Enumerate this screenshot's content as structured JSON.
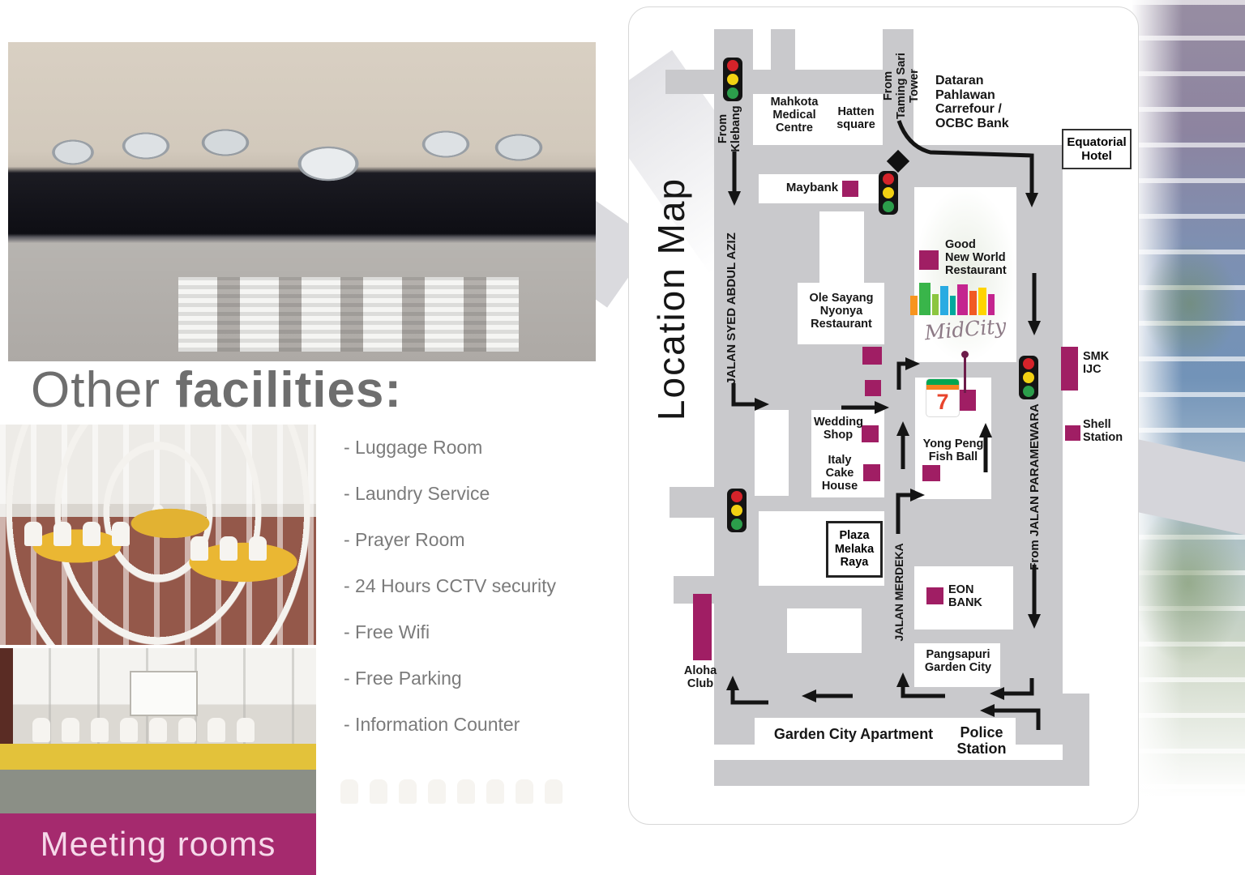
{
  "brochure": {
    "heading": {
      "normal": "Other ",
      "bold": "facilities:"
    },
    "facilities": [
      "- Luggage Room",
      "- Laundry Service",
      "- Prayer Room",
      "- 24 Hours CCTV security",
      "- Free Wifi",
      "- Free Parking",
      "- Information Counter"
    ],
    "banner": "Meeting rooms"
  },
  "map": {
    "title": "Location Map",
    "labels": {
      "from_klebang": "From\nKlebang",
      "mahkota": "Mahkota\nMedical\nCentre",
      "hatten": "Hatten\nsquare",
      "taming_sari": "From\nTaming Sari Tower",
      "dataran": "Dataran\nPahlawan\nCarrefour /\nOCBC Bank",
      "equatorial": "Equatorial\nHotel",
      "maybank": "Maybank",
      "good_new_world": "Good\nNew World\nRestaurant",
      "ole_sayang": "Ole Sayang\nNyonya\nRestaurant",
      "wedding": "Wedding\nShop",
      "italy": "Italy\nCake\nHouse",
      "yong_peng": "Yong Peng\nFish Ball",
      "plaza": "Plaza\nMelaka\nRaya",
      "eon": "EON\nBANK",
      "smk": "SMK\nIJC",
      "shell": "Shell\nStation",
      "pangsapuri": "Pangsapuri\nGarden City",
      "aloha": "Aloha\nClub",
      "garden_city": "Garden City Apartment",
      "police": "Police\nStation",
      "jalan_syed": "JALAN SYED ABDUL AZIZ",
      "jalan_paramewara": "From JALAN PARAMEWARA",
      "jalan_merdeka": "JALAN MERDEKA",
      "seven_eleven": "7",
      "midcity": "MidCity"
    },
    "colors": {
      "road": "#C9C9CC",
      "marker": "#A01E64",
      "banner": "#A52A6E"
    }
  }
}
